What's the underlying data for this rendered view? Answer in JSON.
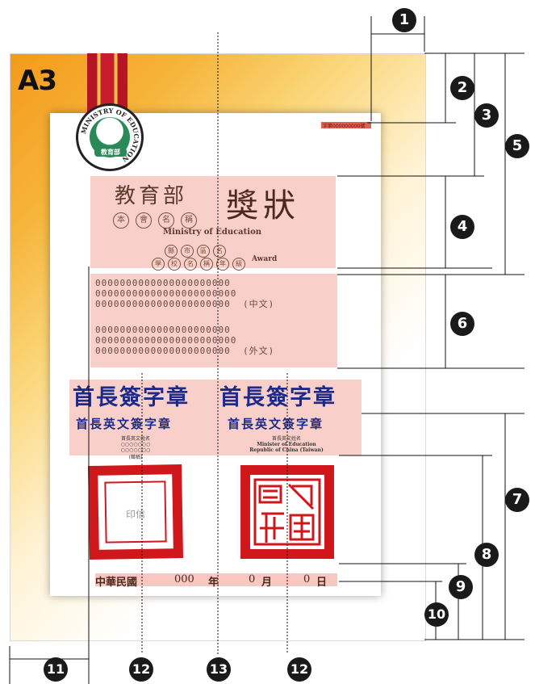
{
  "paper_size_label": "A3",
  "logo_ring_text": "MINISTRY OF EDUCATION",
  "logo_center_text": "教育部",
  "serial_text": "字第000000000號",
  "title_cn_ministry": "教育部",
  "title_cn_award": "獎狀",
  "subtitle_cn_chars": [
    "本",
    "會",
    "名",
    "稱"
  ],
  "subtitle_en": "Ministry of Education",
  "award_row_top_circles": [
    "縣",
    "市",
    "區",
    "名"
  ],
  "award_row_bottom_circles": [
    "學",
    "校",
    "名",
    "稱",
    "年",
    "級"
  ],
  "award_label": "Award",
  "body_lines_1": [
    "0000000000000000000000",
    "00000000000000000000000",
    "0000000000000000000000  (中文)"
  ],
  "body_lines_2": [
    "0000000000000000000000",
    "00000000000000000000000",
    "0000000000000000000000  (外文)"
  ],
  "sig_cn_1": "首長簽字章",
  "sig_cn_2": "首長簽字章",
  "sig_en_1": "首長英文簽字章",
  "sig_en_2": "首長英文簽字章",
  "name_title_left_1": "首長英文姓名",
  "name_title_left_2": "○○○○○○○",
  "name_title_left_3": "○○○○○○○",
  "name_title_left_4": "(職稱)",
  "name_title_right_1": "首長英文姓名",
  "name_title_right_2": "Minister of Education",
  "name_title_right_3": "Republic of China (Taiwan)",
  "seal_left_label": "印信",
  "date": {
    "era": "中華民國",
    "year": "000",
    "year_unit": "年",
    "month": "0",
    "month_unit": "月",
    "day": "0",
    "day_unit": "日"
  },
  "callouts": [
    "1",
    "2",
    "3",
    "4",
    "5",
    "6",
    "7",
    "8",
    "9",
    "10",
    "11",
    "12",
    "13",
    "12"
  ]
}
